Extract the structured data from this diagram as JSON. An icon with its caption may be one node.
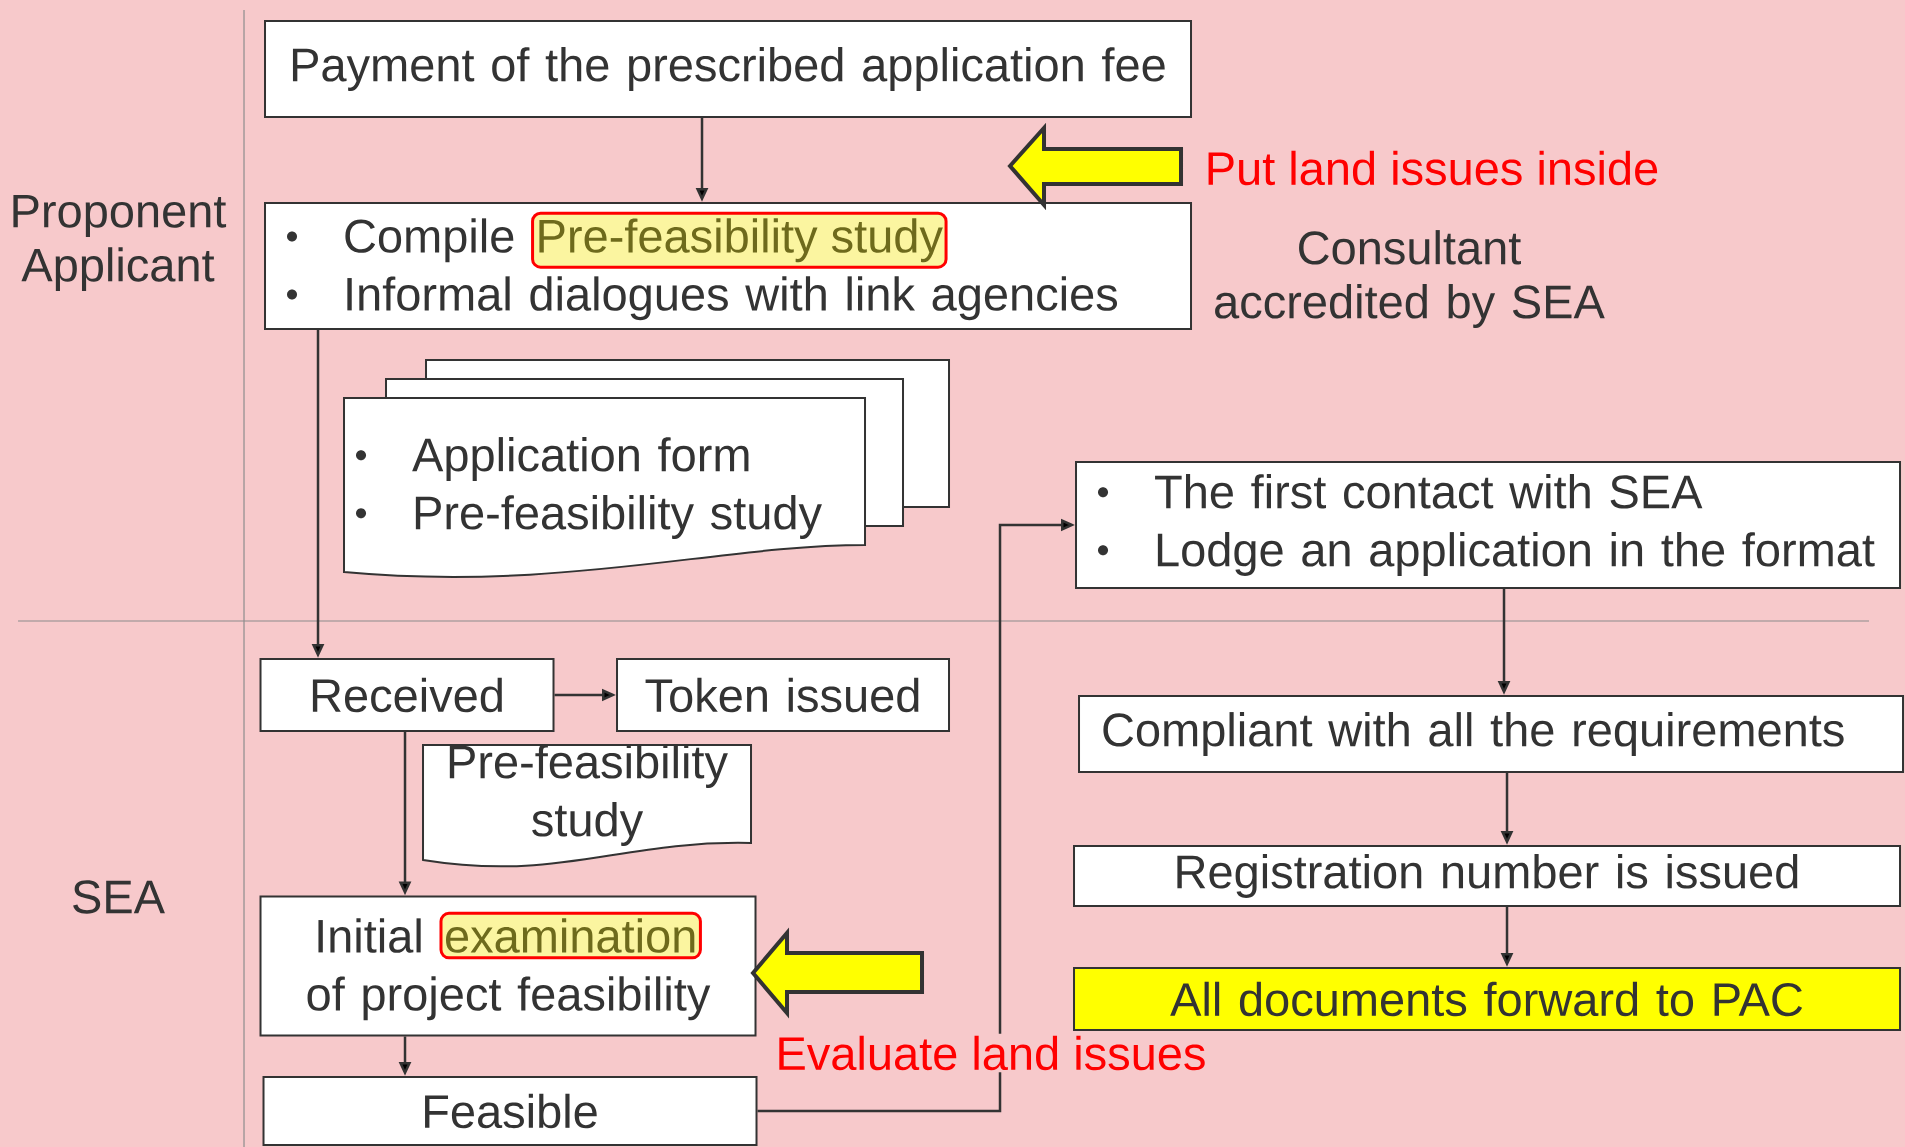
{
  "diagram": {
    "nodes": [
      {
        "text": [
          "Payment of the prescribed application fee"
        ]
      },
      {
        "text": [
          "Compile",
          "Informal dialogues with link agencies"
        ]
      },
      {
        "text": [
          "Pre-feasibility study"
        ],
        "in": 1
      },
      {
        "text": [
          "Application form",
          "Pre-feasibility study"
        ]
      },
      {
        "text": [
          "The first contact with SEA",
          "Lodge an application in the format"
        ]
      },
      {
        "text": [
          "Received"
        ]
      },
      {
        "text": [
          "Token issued"
        ]
      },
      {
        "text": [
          "Pre-feasibility study"
        ]
      },
      {
        "text": [
          "Initial",
          "of project feasibility"
        ]
      },
      {
        "text": [
          "examination"
        ],
        "in": 8
      },
      {
        "text": [
          "Feasible"
        ]
      },
      {
        "text": [
          "Compliant with all the requirements"
        ]
      },
      {
        "text": [
          "Registration number is issued"
        ]
      },
      {
        "text": [
          "All documents forward to PAC"
        ]
      }
    ],
    "edges": [
      {
        "from": 0,
        "to": 1,
        "arrow": "to"
      },
      {
        "from": 1,
        "to": 5,
        "arrow": "to"
      },
      {
        "from": 5,
        "to": 6,
        "arrow": "to"
      },
      {
        "from": 5,
        "to": 8,
        "arrow": "to"
      },
      {
        "from": 8,
        "to": 10,
        "arrow": "to"
      },
      {
        "from": 10,
        "to": 4,
        "arrow": "to"
      },
      {
        "from": 4,
        "to": 11,
        "arrow": "to"
      },
      {
        "from": 11,
        "to": 12,
        "arrow": "to"
      },
      {
        "from": 12,
        "to": 13,
        "arrow": "to"
      }
    ],
    "labels": [
      "Proponent Applicant",
      "Put land issues inside",
      "Consultant accredited by SEA",
      "SEA",
      "Evaluate land issues"
    ]
  }
}
